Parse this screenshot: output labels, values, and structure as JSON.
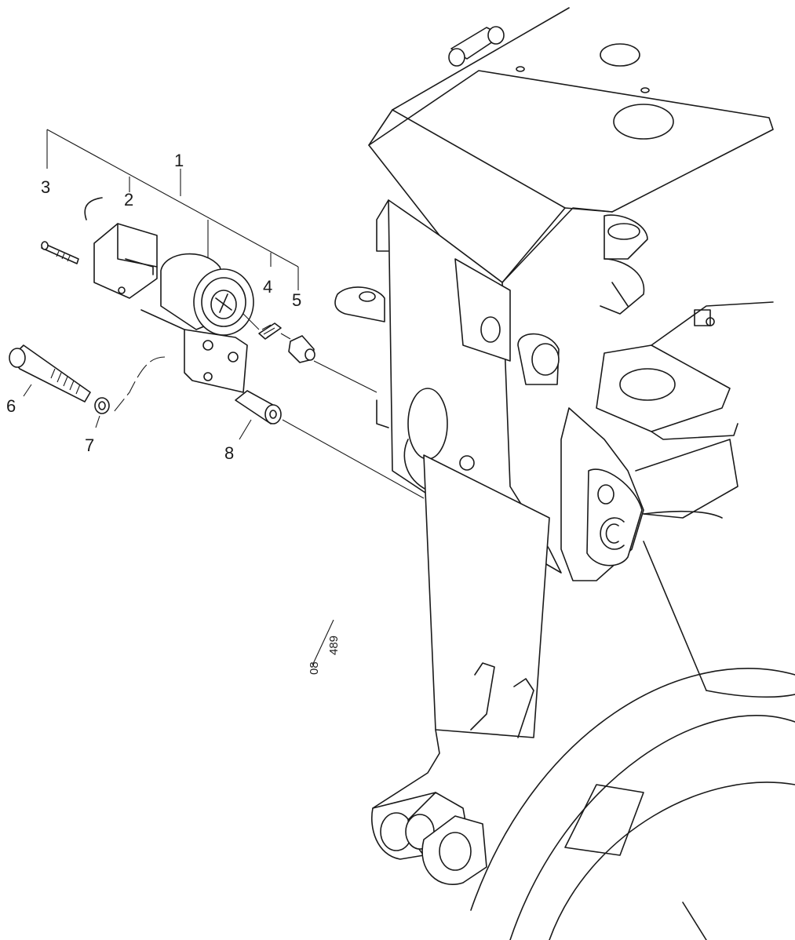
{
  "callouts": [
    {
      "id": "1",
      "text": "1"
    },
    {
      "id": "2",
      "text": "2"
    },
    {
      "id": "3",
      "text": "3"
    },
    {
      "id": "4",
      "text": "4"
    },
    {
      "id": "5",
      "text": "5"
    },
    {
      "id": "6",
      "text": "6"
    },
    {
      "id": "7",
      "text": "7"
    },
    {
      "id": "8",
      "text": "8"
    }
  ],
  "drawing_ref": {
    "top": "08",
    "bottom": "489"
  }
}
